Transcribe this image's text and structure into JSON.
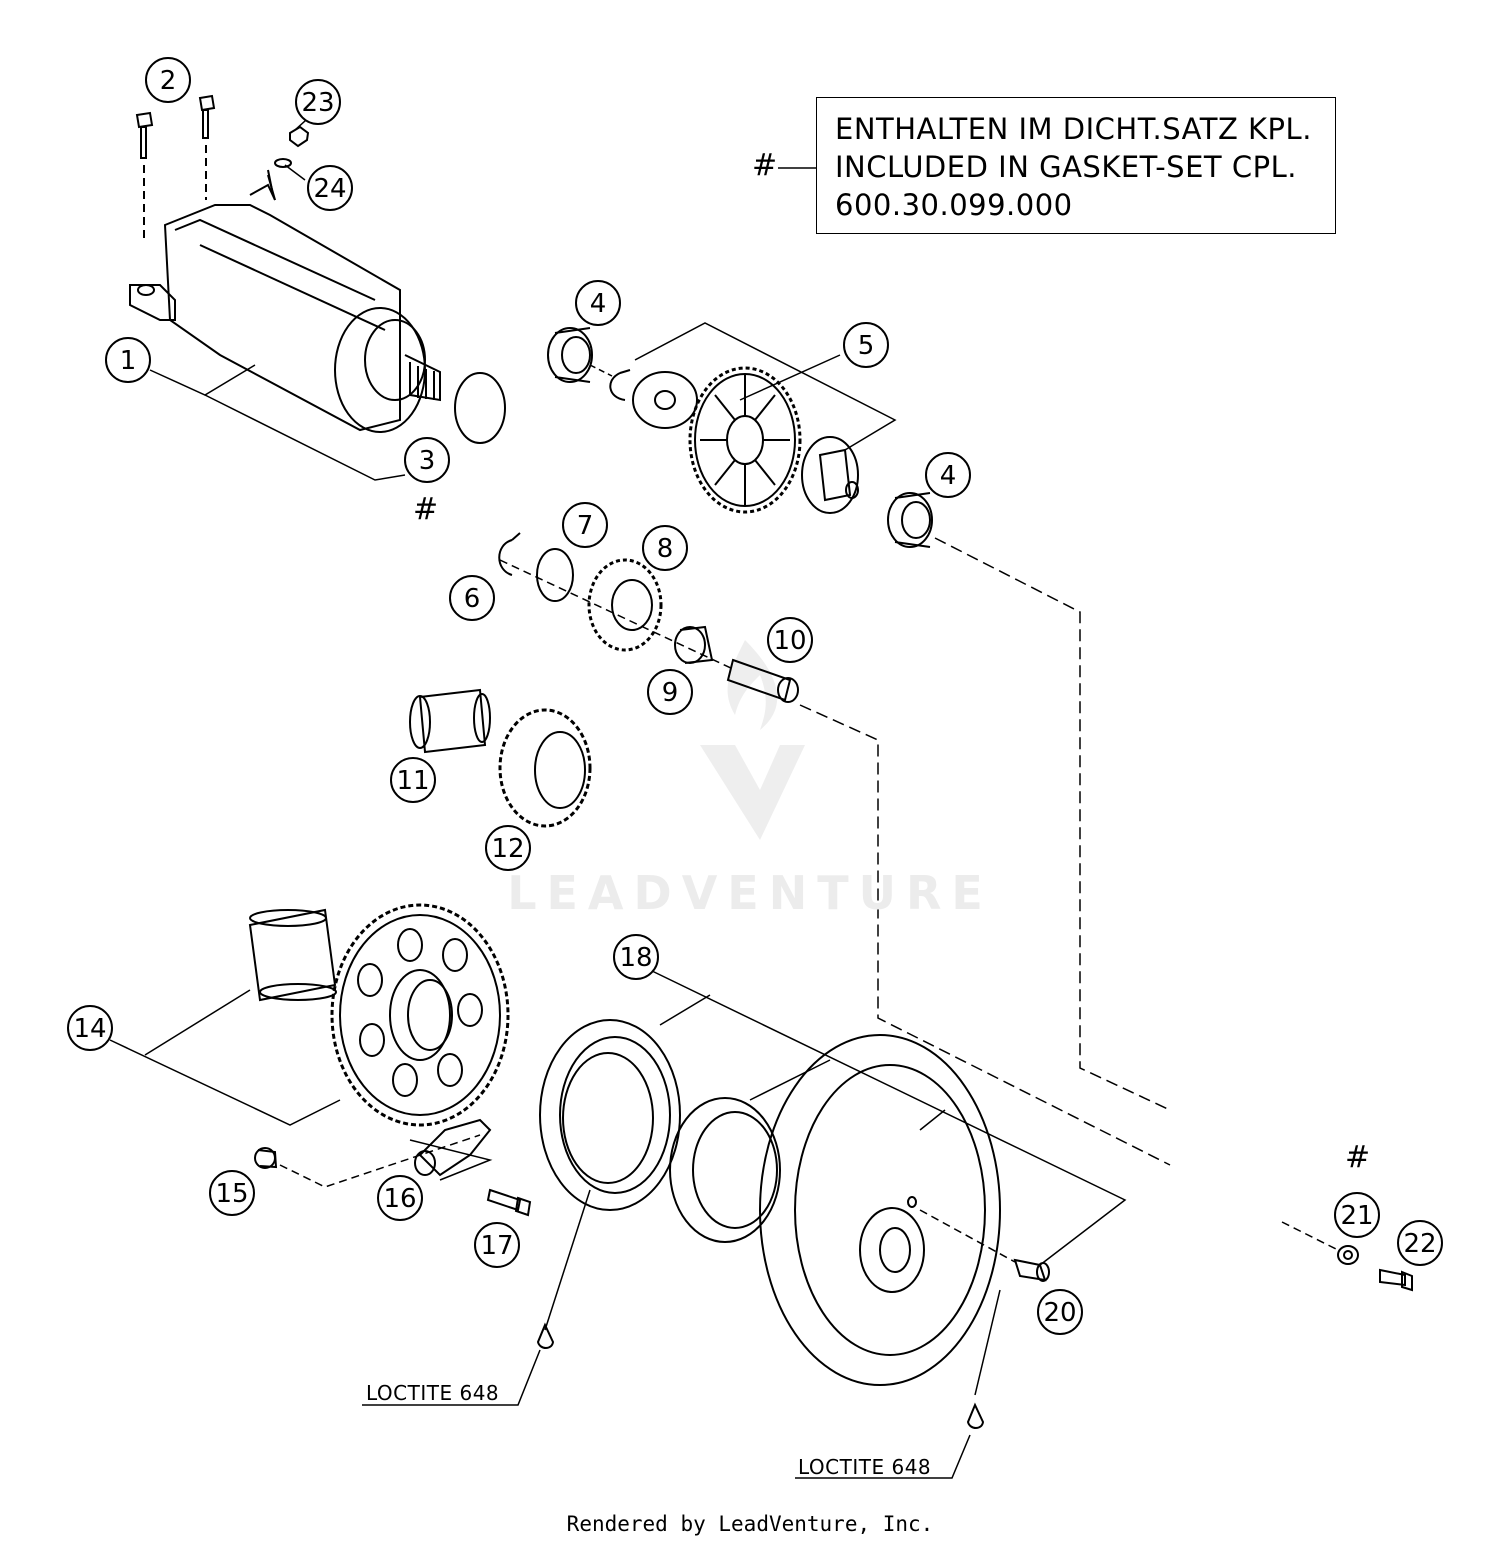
{
  "legend": {
    "line1": "ENTHALTEN IM DICHT.SATZ KPL.",
    "line2": "INCLUDED IN GASKET-SET CPL.",
    "line3": "600.30.099.000",
    "symbol": "#"
  },
  "gasket_marks": {
    "part3": "#",
    "part21": "#"
  },
  "loctite": {
    "left": "LOCTITE 648",
    "right": "LOCTITE 648"
  },
  "watermark": "LEADVENTURE",
  "credit": "Rendered by LeadVenture, Inc.",
  "callouts": [
    {
      "id": "c1",
      "label": "1"
    },
    {
      "id": "c2",
      "label": "2"
    },
    {
      "id": "c3",
      "label": "3"
    },
    {
      "id": "c4a",
      "label": "4"
    },
    {
      "id": "c4b",
      "label": "4"
    },
    {
      "id": "c5",
      "label": "5"
    },
    {
      "id": "c6",
      "label": "6"
    },
    {
      "id": "c7",
      "label": "7"
    },
    {
      "id": "c8",
      "label": "8"
    },
    {
      "id": "c9",
      "label": "9"
    },
    {
      "id": "c10",
      "label": "10"
    },
    {
      "id": "c11",
      "label": "11"
    },
    {
      "id": "c12",
      "label": "12"
    },
    {
      "id": "c14",
      "label": "14"
    },
    {
      "id": "c15",
      "label": "15"
    },
    {
      "id": "c16",
      "label": "16"
    },
    {
      "id": "c17",
      "label": "17"
    },
    {
      "id": "c18",
      "label": "18"
    },
    {
      "id": "c20",
      "label": "20"
    },
    {
      "id": "c21",
      "label": "21"
    },
    {
      "id": "c22",
      "label": "22"
    },
    {
      "id": "c23",
      "label": "23"
    },
    {
      "id": "c24",
      "label": "24"
    }
  ]
}
